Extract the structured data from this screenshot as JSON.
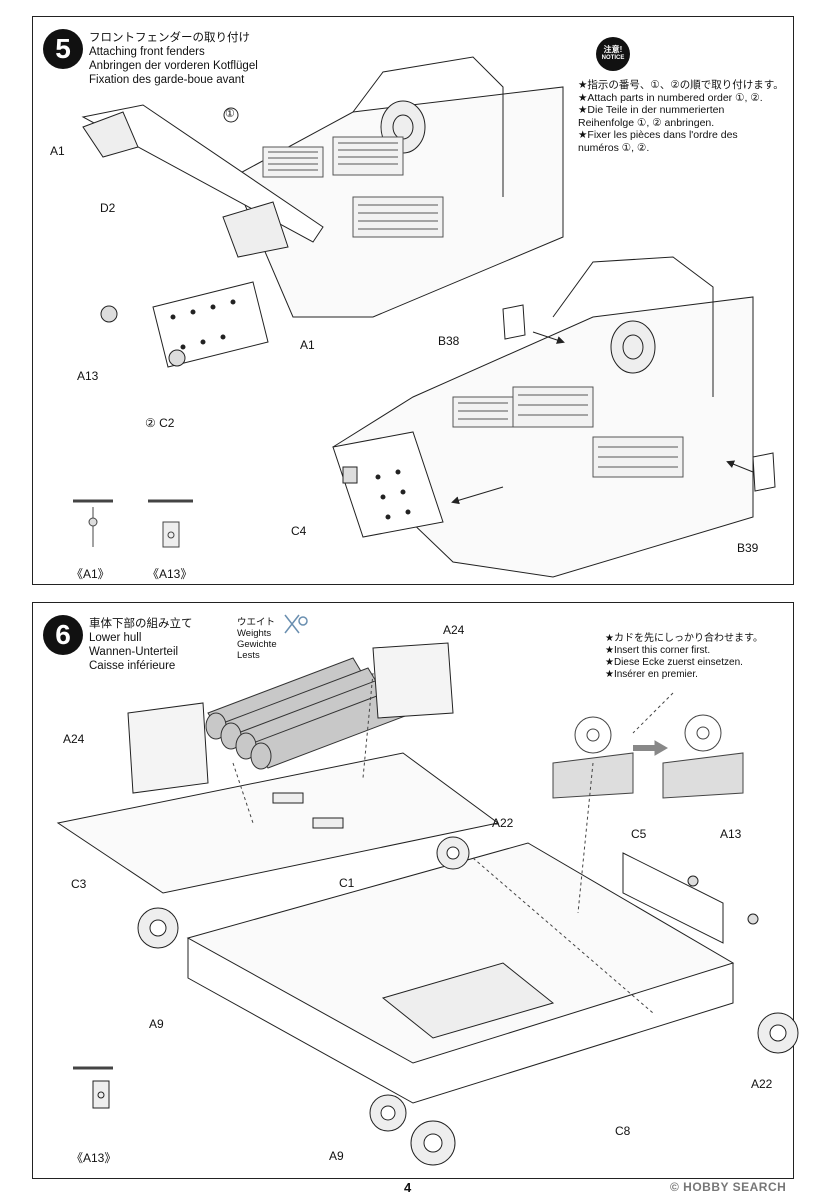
{
  "step5": {
    "number": "5",
    "title_jp": "フロントフェンダーの取り付け",
    "title_en": "Attaching front fenders",
    "title_de": "Anbringen der vorderen Kotflügel",
    "title_fr": "Fixation des garde-boue avant",
    "notice": {
      "badge_top": "注意!",
      "badge_bottom": "NOTICE",
      "lines": [
        "★指示の番号、①、②の順で取り付けます。",
        "★Attach parts in numbered order ①, ②.",
        "★Die Teile in der nummerierten",
        "Reihenfolge ①, ② anbringen.",
        "★Fixer les pièces dans l'ordre des",
        "numéros ①, ②."
      ]
    },
    "labels": {
      "a1_left": "A1",
      "d2": "D2",
      "a13": "A13",
      "c2": "② C2",
      "circle1": "①",
      "a1_right": "A1",
      "b38": "B38",
      "c4": "C4",
      "b39": "B39"
    },
    "legend": {
      "a1": "《A1》",
      "a13": "《A13》"
    }
  },
  "step6": {
    "number": "6",
    "title_jp": "車体下部の組み立て",
    "title_en": "Lower hull",
    "title_de": "Wannen-Unterteil",
    "title_fr": "Caisse inférieure",
    "weights": {
      "jp": "ウエイト",
      "en": "Weights",
      "de": "Gewichte",
      "fr": "Lests"
    },
    "corner_note": [
      "★カドを先にしっかり合わせます。",
      "★Insert this corner first.",
      "★Diese Ecke zuerst einsetzen.",
      "★Insérer en premier."
    ],
    "labels": {
      "a24_top": "A24",
      "a24_left": "A24",
      "c3": "C3",
      "a22_top": "A22",
      "c5": "C5",
      "a13": "A13",
      "c1": "C1",
      "a9_left": "A9",
      "a22_right": "A22",
      "c8": "C8",
      "a9_bottom": "A9"
    },
    "legend": {
      "a13": "《A13》"
    }
  },
  "footer": {
    "page_number": "4",
    "watermark": "© HOBBY SEARCH"
  }
}
